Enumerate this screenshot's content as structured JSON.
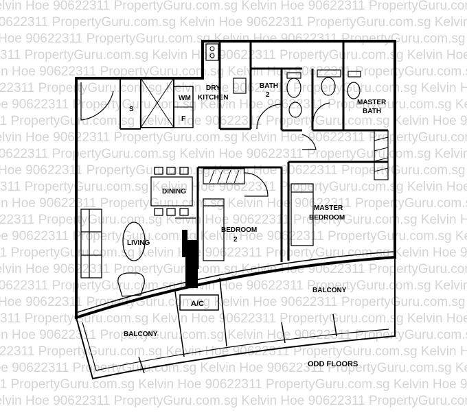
{
  "watermark": {
    "text": "Kelvin Hoe 90622311 PropertyGuru.com.sg "
  },
  "rooms": {
    "dry_kitchen": [
      "DRY",
      "KITCHEN"
    ],
    "bath_2": [
      "BATH",
      "2"
    ],
    "master_bath": [
      "MASTER",
      "BATH"
    ],
    "dining": "DINING",
    "living": "LIVING",
    "bedroom_2": [
      "BEDROOM",
      "2"
    ],
    "master_bedroom": [
      "MASTER",
      "BEDROOM"
    ],
    "balcony_left": "BALCONY",
    "balcony_right": "BALCONY",
    "ac": "A/C"
  },
  "fixtures": {
    "store": "S",
    "washing_machine": "WM",
    "fridge": "F"
  },
  "floor_note": "ODD FLOORS"
}
